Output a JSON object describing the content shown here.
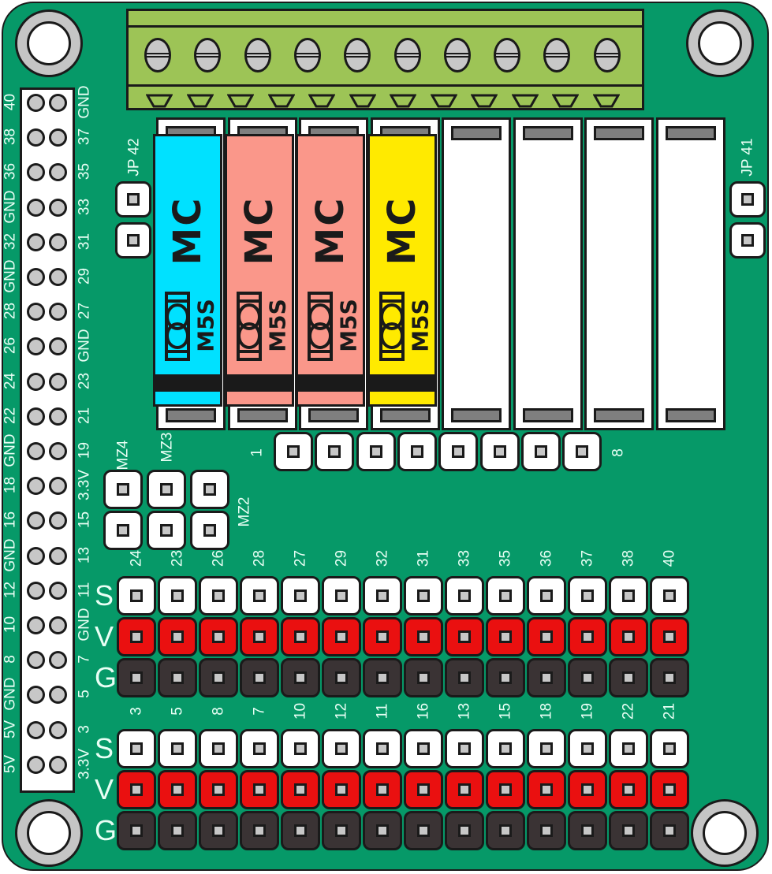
{
  "board": {
    "name": "GPIO servo/fuse expansion HAT",
    "colors": {
      "pcb": "#069968",
      "terminal": "#9dc456",
      "signal": "#ffffff",
      "voltage": "#ea1010",
      "ground": "#3a3334"
    }
  },
  "gpio_header": {
    "left_labels": [
      "40",
      "38",
      "36",
      "GND",
      "32",
      "GND",
      "28",
      "26",
      "24",
      "22",
      "GND",
      "18",
      "16",
      "GND",
      "12",
      "10",
      "8",
      "GND",
      "5V",
      "5V"
    ],
    "right_labels": [
      "GND",
      "37",
      "35",
      "33",
      "31",
      "29",
      "27",
      "GND",
      "23",
      "21",
      "19",
      "3.3V",
      "15",
      "13",
      "11",
      "GND",
      "7",
      "5",
      "3",
      "3.3V"
    ]
  },
  "terminal_block": {
    "screw_count": 10,
    "wedge_count": 12
  },
  "jumpers": {
    "left": "JP 42",
    "right": "JP 41"
  },
  "fuse_slots": [
    {
      "slot": 1,
      "fuse": true,
      "color": "#00e1ff",
      "brand": "MC",
      "model": "M5S"
    },
    {
      "slot": 2,
      "fuse": true,
      "color": "#fa978a",
      "brand": "MC",
      "model": "M5S"
    },
    {
      "slot": 3,
      "fuse": true,
      "color": "#fa978a",
      "brand": "MC",
      "model": "M5S"
    },
    {
      "slot": 4,
      "fuse": true,
      "color": "#ffea00",
      "brand": "MC",
      "model": "M5S"
    },
    {
      "slot": 5,
      "fuse": false
    },
    {
      "slot": 6,
      "fuse": false
    },
    {
      "slot": 7,
      "fuse": false
    },
    {
      "slot": 8,
      "fuse": false
    }
  ],
  "indicator_header": {
    "first_label": "1",
    "last_label": "8",
    "count": 8
  },
  "mz_headers": {
    "labels": [
      "MZ4",
      "MZ3",
      "MZ2"
    ]
  },
  "servo_banks": [
    {
      "row_letters": [
        "S",
        "V",
        "G"
      ],
      "pins": [
        "24",
        "23",
        "26",
        "28",
        "27",
        "29",
        "32",
        "31",
        "33",
        "35",
        "36",
        "37",
        "38",
        "40"
      ]
    },
    {
      "row_letters": [
        "S",
        "V",
        "G"
      ],
      "pins": [
        "3",
        "5",
        "8",
        "7",
        "10",
        "12",
        "11",
        "16",
        "13",
        "15",
        "18",
        "19",
        "22",
        "21"
      ]
    }
  ]
}
